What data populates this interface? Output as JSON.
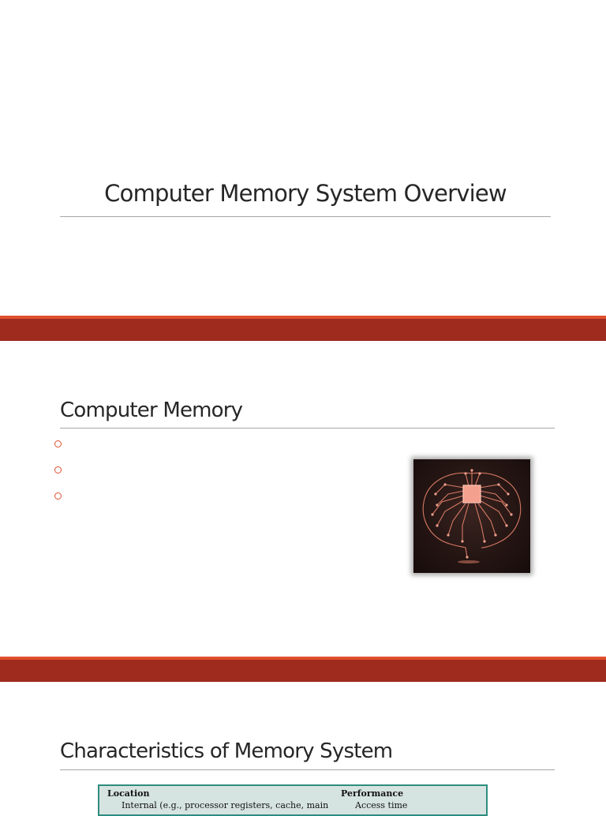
{
  "slide1": {
    "title": "Computer Memory System Overview"
  },
  "slide2": {
    "title": "Computer Memory",
    "bullets": [
      "",
      "",
      ""
    ],
    "image": "circuit-brain-image"
  },
  "slide3": {
    "title": "Characteristics of Memory System",
    "table": {
      "col1_header": "Location",
      "col1_row1": "Internal (e.g., processor registers, cache, main",
      "col2_header": "Performance",
      "col2_row1": "Access time"
    }
  },
  "colors": {
    "accent": "#e0502e",
    "band": "#9e2b1e",
    "table_border": "#2e8c7e",
    "table_fill": "#d6e4e1"
  }
}
